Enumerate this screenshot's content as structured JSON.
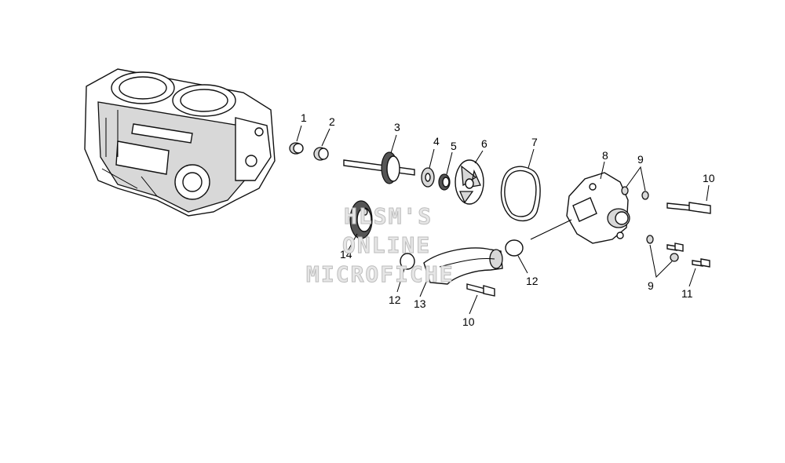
{
  "callouts": {
    "c1": "1",
    "c2": "2",
    "c3": "3",
    "c4": "4",
    "c5": "5",
    "c6": "6",
    "c7": "7",
    "c8": "8",
    "c9a": "9",
    "c9b": "9",
    "c10a": "10",
    "c10b": "10",
    "c11": "11",
    "c12a": "12",
    "c12b": "12",
    "c13": "13",
    "c14": "14"
  },
  "watermark": {
    "line1": "HLSM'S",
    "line2": "ONLINE",
    "line3": "MICROFICHE"
  }
}
